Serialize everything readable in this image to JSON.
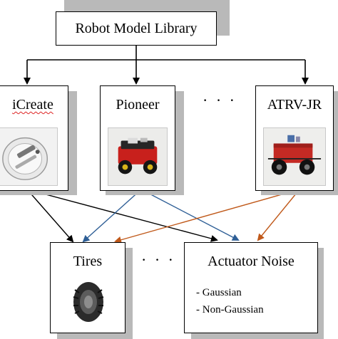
{
  "library": {
    "title": "Robot Model Library"
  },
  "robots": [
    {
      "name": "iCreate",
      "photo": "icreate-robot-photo"
    },
    {
      "name": "Pioneer",
      "photo": "pioneer-robot-photo"
    },
    {
      "name": "ATRV-JR",
      "photo": "atrv-jr-robot-photo"
    }
  ],
  "robots_ellipsis": "· · ·",
  "components": {
    "tires": {
      "name": "Tires",
      "photo": "tire-photo"
    },
    "ellipsis": "· · ·",
    "actuator_noise": {
      "name": "Actuator Noise",
      "items": [
        "- Gaussian",
        "- Non-Gaussian"
      ]
    }
  },
  "edge_colors": {
    "hierarchy": "#000000",
    "icreate": "#000000",
    "pioneer": "#2f5f96",
    "atrv": "#c0591a"
  }
}
